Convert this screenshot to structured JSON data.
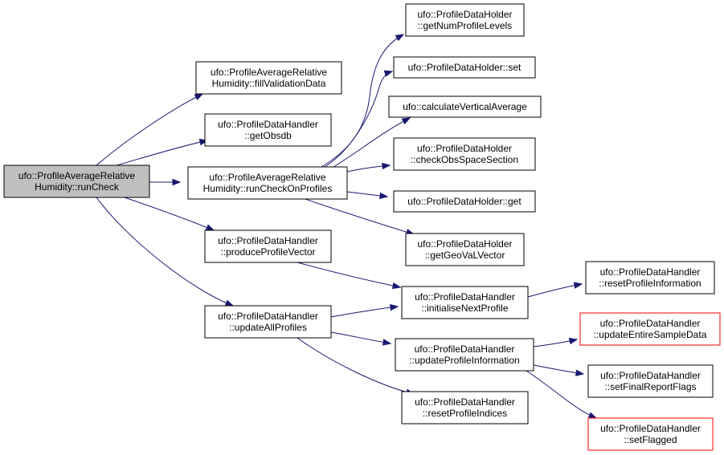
{
  "diagram": {
    "nodes": [
      {
        "id": "root",
        "lines": [
          "ufo::ProfileAverageRelative",
          "Humidity::runCheck"
        ],
        "style": "root"
      },
      {
        "id": "fillValidationData",
        "lines": [
          "ufo::ProfileAverageRelative",
          "Humidity::fillValidationData"
        ],
        "style": "normal"
      },
      {
        "id": "getObsdb",
        "lines": [
          "ufo::ProfileDataHandler",
          "::getObsdb"
        ],
        "style": "normal"
      },
      {
        "id": "runCheckOnProfiles",
        "lines": [
          "ufo::ProfileAverageRelative",
          "Humidity::runCheckOnProfiles"
        ],
        "style": "normal"
      },
      {
        "id": "produceProfileVector",
        "lines": [
          "ufo::ProfileDataHandler",
          "::produceProfileVector"
        ],
        "style": "normal"
      },
      {
        "id": "updateAllProfiles",
        "lines": [
          "ufo::ProfileDataHandler",
          "::updateAllProfiles"
        ],
        "style": "normal"
      },
      {
        "id": "getNumProfileLevels",
        "lines": [
          "ufo::ProfileDataHolder",
          "::getNumProfileLevels"
        ],
        "style": "normal"
      },
      {
        "id": "holderSet",
        "lines": [
          "ufo::ProfileDataHolder::set"
        ],
        "style": "normal"
      },
      {
        "id": "calculateVerticalAverage",
        "lines": [
          "ufo::calculateVerticalAverage"
        ],
        "style": "normal"
      },
      {
        "id": "checkObsSpaceSection",
        "lines": [
          "ufo::ProfileDataHolder",
          "::checkObsSpaceSection"
        ],
        "style": "normal"
      },
      {
        "id": "holderGet",
        "lines": [
          "ufo::ProfileDataHolder::get"
        ],
        "style": "normal"
      },
      {
        "id": "getGeoVaLVector",
        "lines": [
          "ufo::ProfileDataHolder",
          "::getGeoVaLVector"
        ],
        "style": "normal"
      },
      {
        "id": "initialiseNextProfile",
        "lines": [
          "ufo::ProfileDataHandler",
          "::initialiseNextProfile"
        ],
        "style": "normal"
      },
      {
        "id": "updateProfileInformation",
        "lines": [
          "ufo::ProfileDataHandler",
          "::updateProfileInformation"
        ],
        "style": "normal"
      },
      {
        "id": "resetProfileIndices",
        "lines": [
          "ufo::ProfileDataHandler",
          "::resetProfileIndices"
        ],
        "style": "normal"
      },
      {
        "id": "resetProfileInformation",
        "lines": [
          "ufo::ProfileDataHandler",
          "::resetProfileInformation"
        ],
        "style": "normal"
      },
      {
        "id": "updateEntireSampleData",
        "lines": [
          "ufo::ProfileDataHandler",
          "::updateEntireSampleData"
        ],
        "style": "red"
      },
      {
        "id": "setFinalReportFlags",
        "lines": [
          "ufo::ProfileDataHandler",
          "::setFinalReportFlags"
        ],
        "style": "normal"
      },
      {
        "id": "setFlagged",
        "lines": [
          "ufo::ProfileDataHandler",
          "::setFlagged"
        ],
        "style": "red"
      }
    ],
    "edges": [
      {
        "from": "root",
        "to": "fillValidationData"
      },
      {
        "from": "root",
        "to": "getObsdb"
      },
      {
        "from": "root",
        "to": "runCheckOnProfiles"
      },
      {
        "from": "root",
        "to": "produceProfileVector"
      },
      {
        "from": "root",
        "to": "updateAllProfiles"
      },
      {
        "from": "runCheckOnProfiles",
        "to": "getNumProfileLevels"
      },
      {
        "from": "runCheckOnProfiles",
        "to": "holderSet"
      },
      {
        "from": "runCheckOnProfiles",
        "to": "calculateVerticalAverage"
      },
      {
        "from": "runCheckOnProfiles",
        "to": "checkObsSpaceSection"
      },
      {
        "from": "runCheckOnProfiles",
        "to": "holderGet"
      },
      {
        "from": "runCheckOnProfiles",
        "to": "getGeoVaLVector"
      },
      {
        "from": "produceProfileVector",
        "to": "initialiseNextProfile"
      },
      {
        "from": "updateAllProfiles",
        "to": "initialiseNextProfile"
      },
      {
        "from": "updateAllProfiles",
        "to": "updateProfileInformation"
      },
      {
        "from": "updateAllProfiles",
        "to": "resetProfileIndices"
      },
      {
        "from": "initialiseNextProfile",
        "to": "resetProfileInformation"
      },
      {
        "from": "updateProfileInformation",
        "to": "updateEntireSampleData"
      },
      {
        "from": "updateProfileInformation",
        "to": "setFinalReportFlags"
      },
      {
        "from": "updateProfileInformation",
        "to": "setFlagged"
      }
    ],
    "colors": {
      "edge": "#191970",
      "root_fill": "#bfbfbf",
      "red_border": "#ff0000"
    }
  }
}
